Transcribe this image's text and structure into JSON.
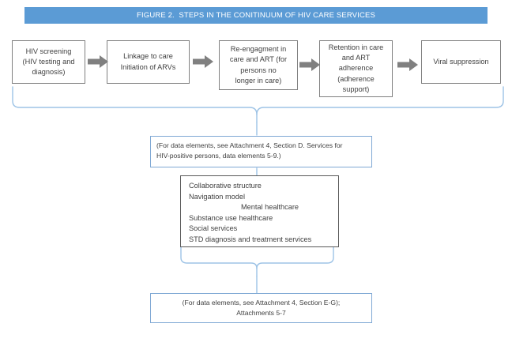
{
  "figure": {
    "title": "FIGURE 2.  STEPS IN THE CONITINUUM OF HIV CARE SERVICES",
    "title_bar_color": "#5B9BD5",
    "box_border_color": "#808080",
    "arrow_color": "#808080",
    "brace_color": "#9DC3E6",
    "note_border_color": "#7FA8D4",
    "background_color": "#FFFFFF"
  },
  "steps": [
    {
      "id": "hiv-screening",
      "label": "HIV screening\n(HIV testing and\ndiagnosis)"
    },
    {
      "id": "linkage-to-care",
      "label": "Linkage to care\nInitiation of ARVs"
    },
    {
      "id": "re-engagement",
      "label": "Re-engagment in\ncare and ART (for\npersons no\nlonger in care)"
    },
    {
      "id": "retention-in-care",
      "label": "Retention in care\nand ART\nadherence\n(adherence\nsupport)"
    },
    {
      "id": "viral-suppression",
      "label": "Viral suppression"
    }
  ],
  "arrows": [
    {
      "id": "arrow-1",
      "from": "hiv-screening",
      "to": "linkage-to-care"
    },
    {
      "id": "arrow-2",
      "from": "linkage-to-care",
      "to": "re-engagement"
    },
    {
      "id": "arrow-3",
      "from": "re-engagement",
      "to": "retention-in-care"
    },
    {
      "id": "arrow-4",
      "from": "retention-in-care",
      "to": "viral-suppression"
    }
  ],
  "notes": {
    "top": {
      "line1": "(For data elements, see Attachment 4, Section D. Services for",
      "line2": "HIV-positive persons, data elements 5-9.)"
    },
    "bottom": {
      "line1": "(For data elements, see Attachment 4, Section E-G);",
      "line2": "Attachments 5-7"
    }
  },
  "services": {
    "items": [
      {
        "text": "Collaborative structure",
        "indented": false
      },
      {
        "text": "Navigation model",
        "indented": false
      },
      {
        "text": "Mental healthcare",
        "indented": true
      },
      {
        "text": "Substance use healthcare",
        "indented": false
      },
      {
        "text": "Social services",
        "indented": false
      },
      {
        "text": "STD diagnosis and treatment services",
        "indented": false
      }
    ]
  }
}
